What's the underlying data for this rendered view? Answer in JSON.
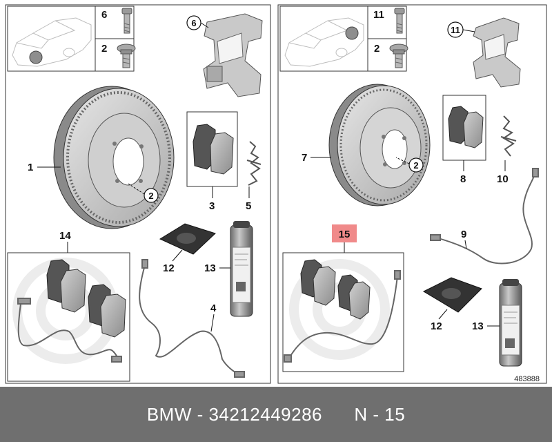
{
  "left_panel": {
    "inset_parts": [
      {
        "number": "6",
        "icon": "bolt-icon"
      },
      {
        "number": "2",
        "icon": "torx-screw-icon"
      }
    ],
    "caliper_callout": "6",
    "disc_callout": "1",
    "disc_screw_callout": "2",
    "pad_set_callout": "3",
    "spring_callout": "5",
    "kit_callout": "14",
    "grease_callout": "12",
    "spray_callout": "13",
    "sensor_callout": "4"
  },
  "right_panel": {
    "inset_parts": [
      {
        "number": "11",
        "icon": "bolt-icon"
      },
      {
        "number": "2",
        "icon": "torx-screw-icon"
      }
    ],
    "caliper_callout": "11",
    "disc_callout": "7",
    "disc_screw_callout": "2",
    "pad_set_callout": "8",
    "spring_callout": "10",
    "sensor_callout": "9",
    "kit_callout": "15",
    "grease_callout": "12",
    "spray_callout": "13",
    "highlight_color": "#f08a8a"
  },
  "figure_number": "483888",
  "footer": {
    "text": "BMW - 34212449286      N - 15"
  }
}
